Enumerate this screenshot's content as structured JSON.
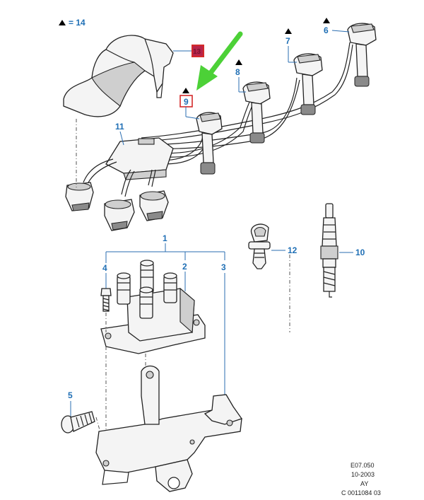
{
  "legend": {
    "equals_text": "= 14",
    "symbol": "triangle"
  },
  "callouts": {
    "c1": "1",
    "c2": "2",
    "c3": "3",
    "c4": "4",
    "c5": "5",
    "c6": "6",
    "c7": "7",
    "c8": "8",
    "c9": "9",
    "c10": "10",
    "c11": "11",
    "c12": "12",
    "c13": "13"
  },
  "footer": {
    "line1": "E07.050",
    "line2": "10-2003",
    "line3": "AY",
    "line4": "C 0011084 03"
  },
  "colors": {
    "callout_blue": "#1f6fb5",
    "highlight_red": "#d42a2a",
    "highlight_fill": "#b8244a",
    "arrow_green": "#4cd137"
  }
}
